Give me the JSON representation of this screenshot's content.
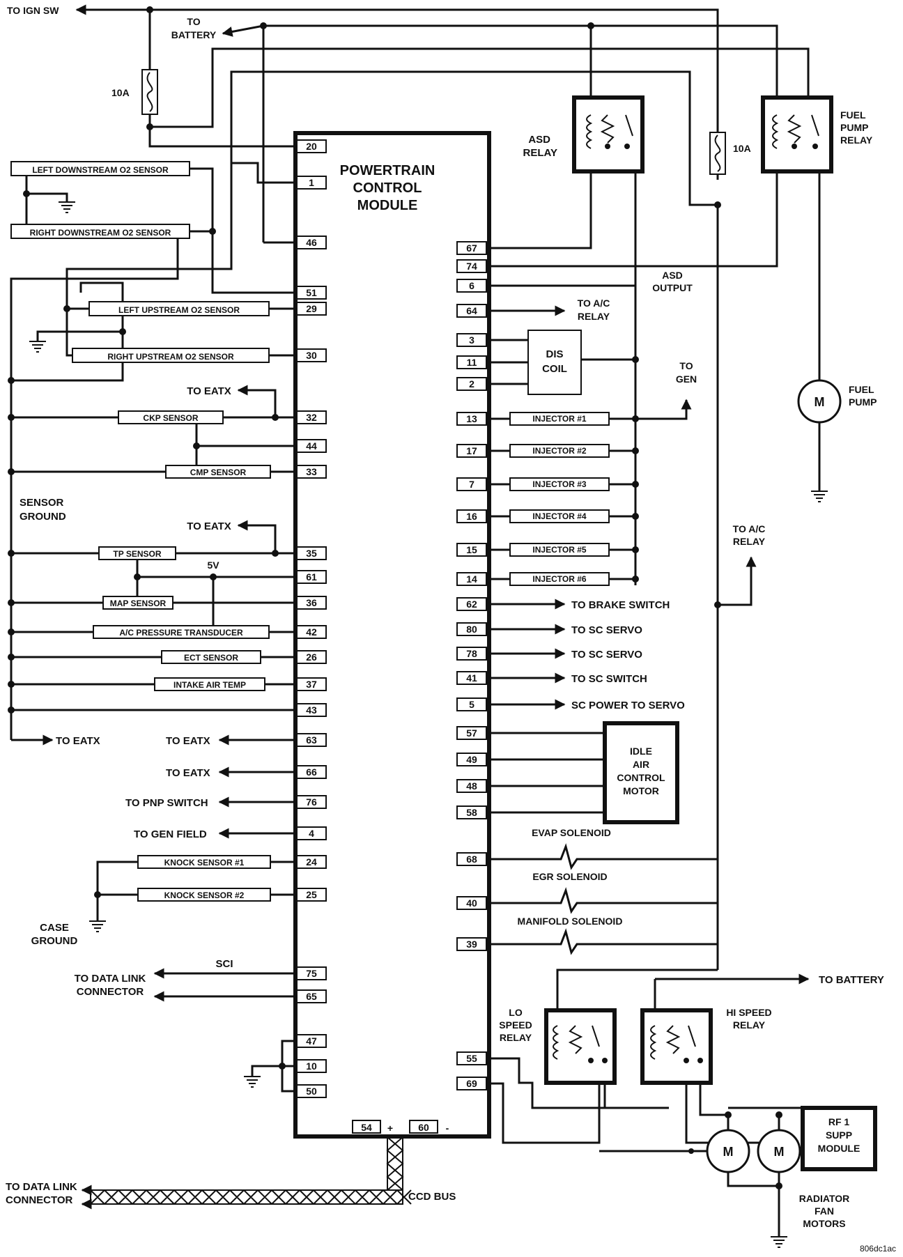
{
  "module": {
    "title_line1": "POWERTRAIN",
    "title_line2": "CONTROL",
    "title_line3": "MODULE"
  },
  "top": {
    "ign_sw": "TO IGN SW",
    "battery_line1": "TO",
    "battery_line2": "BATTERY",
    "fuse_left": "10A",
    "fuse_right": "10A"
  },
  "relays": {
    "asd_line1": "ASD",
    "asd_line2": "RELAY",
    "fuel_pump_line1": "FUEL",
    "fuel_pump_line2": "PUMP",
    "fuel_pump_line3": "RELAY",
    "lo_line1": "LO",
    "lo_line2": "SPEED",
    "lo_line3": "RELAY",
    "hi_line1": "HI SPEED",
    "hi_line2": "RELAY"
  },
  "left": {
    "left_downstream": "LEFT DOWNSTREAM O2 SENSOR",
    "right_downstream": "RIGHT DOWNSTREAM O2 SENSOR",
    "left_upstream": "LEFT UPSTREAM O2 SENSOR",
    "right_upstream": "RIGHT UPSTREAM O2 SENSOR",
    "ckp": "CKP SENSOR",
    "cmp": "CMP SENSOR",
    "tp": "TP SENSOR",
    "map": "MAP SENSOR",
    "ac_pressure": "A/C PRESSURE TRANSDUCER",
    "ect": "ECT SENSOR",
    "iat": "INTAKE AIR TEMP",
    "knock1": "KNOCK SENSOR #1",
    "knock2": "KNOCK SENSOR #2",
    "sensor_ground_line1": "SENSOR",
    "sensor_ground_line2": "GROUND",
    "case_ground_line1": "CASE",
    "case_ground_line2": "GROUND",
    "to_eatx": "TO EATX",
    "five_v": "5V",
    "to_pnp": "TO PNP SWITCH",
    "to_gen_field": "TO GEN FIELD",
    "sci": "SCI",
    "dlc_line1": "TO DATA LINK",
    "dlc_line2": "CONNECTOR",
    "ccd_bus": "CCD BUS",
    "plus": "+",
    "minus": "-"
  },
  "right": {
    "asd_output_line1": "ASD",
    "asd_output_line2": "OUTPUT",
    "to_ac_relay_line1": "TO A/C",
    "to_ac_relay_line2": "RELAY",
    "dis_line1": "DIS",
    "dis_line2": "COIL",
    "to_gen_line1": "TO",
    "to_gen_line2": "GEN",
    "injector1": "INJECTOR #1",
    "injector2": "INJECTOR #2",
    "injector3": "INJECTOR #3",
    "injector4": "INJECTOR #4",
    "injector5": "INJECTOR #5",
    "injector6": "INJECTOR #6",
    "brake_switch": "TO BRAKE SWITCH",
    "sc_servo": "TO SC SERVO",
    "sc_switch": "TO SC SWITCH",
    "sc_power": "SC POWER TO SERVO",
    "iac_line1": "IDLE",
    "iac_line2": "AIR",
    "iac_line3": "CONTROL",
    "iac_line4": "MOTOR",
    "evap": "EVAP SOLENOID",
    "egr": "EGR SOLENOID",
    "manifold": "MANIFOLD SOLENOID",
    "to_battery": "TO BATTERY",
    "fuel_pump_motor_line1": "FUEL",
    "fuel_pump_motor_line2": "PUMP",
    "motor_symbol": "M",
    "rf1_line1": "RF 1",
    "rf1_line2": "SUPP",
    "rf1_line3": "MODULE",
    "fan_line1": "RADIATOR",
    "fan_line2": "FAN",
    "fan_line3": "MOTORS"
  },
  "pins": {
    "left": [
      "20",
      "1",
      "46",
      "51",
      "29",
      "30",
      "32",
      "44",
      "33",
      "35",
      "61",
      "36",
      "42",
      "26",
      "37",
      "43",
      "63",
      "66",
      "76",
      "4",
      "24",
      "25",
      "75",
      "65",
      "47",
      "10",
      "50"
    ],
    "right": [
      "67",
      "74",
      "6",
      "64",
      "3",
      "11",
      "2",
      "13",
      "17",
      "7",
      "16",
      "15",
      "14",
      "62",
      "80",
      "78",
      "41",
      "5",
      "57",
      "49",
      "48",
      "58",
      "68",
      "40",
      "39",
      "55",
      "69"
    ],
    "bottom": [
      "54",
      "60"
    ]
  },
  "figure_code": "806dc1ac"
}
